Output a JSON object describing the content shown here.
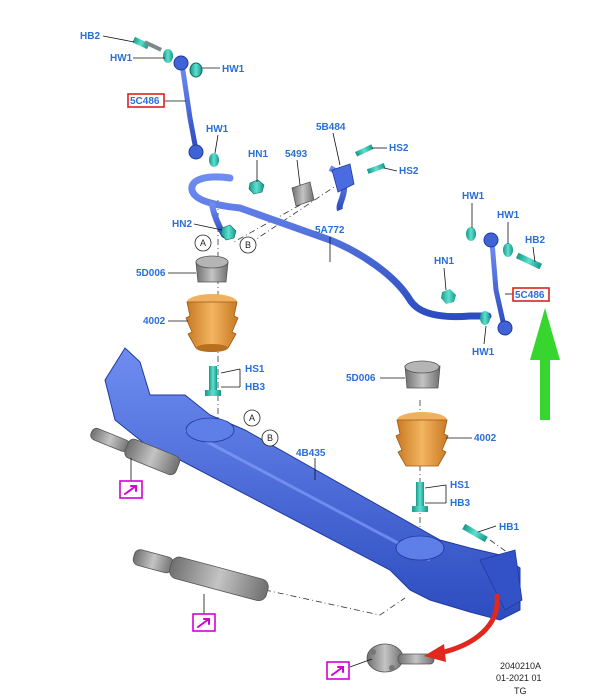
{
  "labels": {
    "hb2_top": "HB2",
    "hw1_top_left": "HW1",
    "hw1_top_right": "HW1",
    "link_left": "5C486",
    "hw1_mid": "HW1",
    "hn1_mid": "HN1",
    "p5493": "5493",
    "p5b484": "5B484",
    "hs2_a": "HS2",
    "hs2_b": "HS2",
    "hn2": "HN2",
    "p5a772": "5A772",
    "hw1_right_a": "HW1",
    "hw1_right_b": "HW1",
    "hb2_right": "HB2",
    "hn1_right": "HN1",
    "link_right": "5C486",
    "hw1_right_bottom": "HW1",
    "p5d006_left": "5D006",
    "p4002_left": "4002",
    "hs1_left": "HS1",
    "hb3_left": "HB3",
    "p5d006_right": "5D006",
    "p4002_right": "4002",
    "axle": "4B435",
    "hs1_right": "HS1",
    "hb3_right": "HB3",
    "hb1": "HB1"
  },
  "markers": {
    "a": "A",
    "b": "B"
  },
  "footer": {
    "code": "2040210A",
    "date": "01-2021 01",
    "initials": "TG"
  },
  "colors": {
    "part_blue": "#3f63d6",
    "fastener_teal": "#1fb7a6",
    "bump_orange": "#e39a3a",
    "bushing_gray": "#8a8a8a",
    "label_blue": "#2a6fd6",
    "highlight_red": "#d9231f",
    "arrow_green": "#37d62f",
    "arrow_red": "#e0281e",
    "ref_magenta": "#d400d4"
  },
  "icons": [
    "reference-arrow-icon",
    "green-up-arrow-icon",
    "red-curved-arrow-icon"
  ]
}
